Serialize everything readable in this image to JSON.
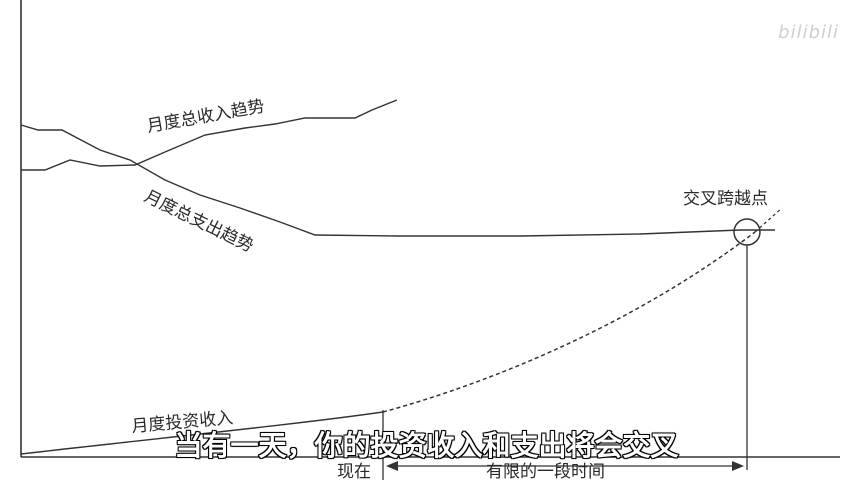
{
  "watermark": "bilibili",
  "diagram": {
    "labels": {
      "income_trend": "月度总收入趋势",
      "expense_trend": "月度总支出趋势",
      "investment_income": "月度投资收入",
      "crossover_point": "交叉跨越点",
      "now": "现在",
      "limited_period": "有限的一段时间"
    }
  },
  "subtitle": "当有一天，你的投资收入和支出将会交叉"
}
